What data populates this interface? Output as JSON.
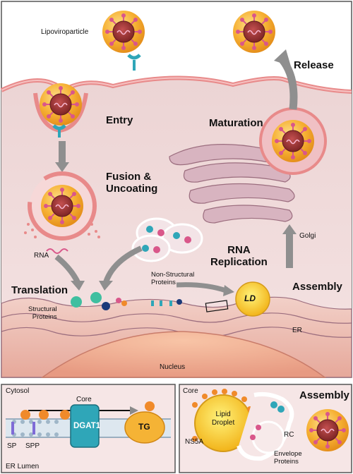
{
  "top_panel": {
    "lipoviroparticle": "Lipoviroparticle",
    "entry": "Entry",
    "fusion_uncoating": "Fusion &\nUncoating",
    "rna": "RNA",
    "translation": "Translation",
    "structural_proteins": "Structural\nProteins",
    "rna_replication": "RNA\nReplication",
    "non_structural_proteins": "Non-Structural\nProteins",
    "ld": "LD",
    "assembly": "Assembly",
    "maturation": "Maturation",
    "release": "Release",
    "golgi": "Golgi",
    "er": "ER",
    "nucleus": "Nucleus"
  },
  "bottom_left": {
    "cytosol": "Cytosol",
    "core": "Core",
    "dgat1": "DGAT1",
    "tg": "TG",
    "sp": "SP",
    "spp": "SPP",
    "er_lumen": "ER Lumen"
  },
  "bottom_right": {
    "core": "Core",
    "assembly": "Assembly",
    "lipid_droplet": "Lipid\nDroplet",
    "rc": "RC",
    "ns5a": "NS5A",
    "envelope_proteins": "Envelope\nProteins"
  },
  "colors": {
    "cytoplasm": "#f3dcdc",
    "membrane": "#e88a8a",
    "lipid": "#f5b335",
    "capsid": "#a33a3a",
    "arrow": "#8f8f8f",
    "ld": "#f7d21a",
    "protein_teal": "#2fa6b8"
  }
}
